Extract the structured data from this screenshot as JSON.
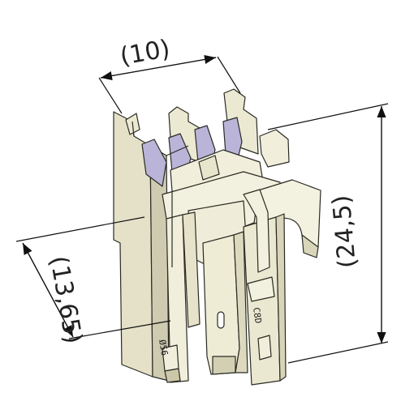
{
  "dimensions": {
    "width_label": "(10)",
    "height_label": "(24,5)",
    "depth_label": "(13,65)"
  },
  "part_markings": {
    "left_mark": "Ø56",
    "right_mark": "C8D"
  },
  "colors": {
    "body_light": "#f1efdc",
    "body_mid": "#dedbc0",
    "body_dark": "#c2bf9f",
    "contact_lavender": "#b9b4d8",
    "line": "#111111"
  }
}
